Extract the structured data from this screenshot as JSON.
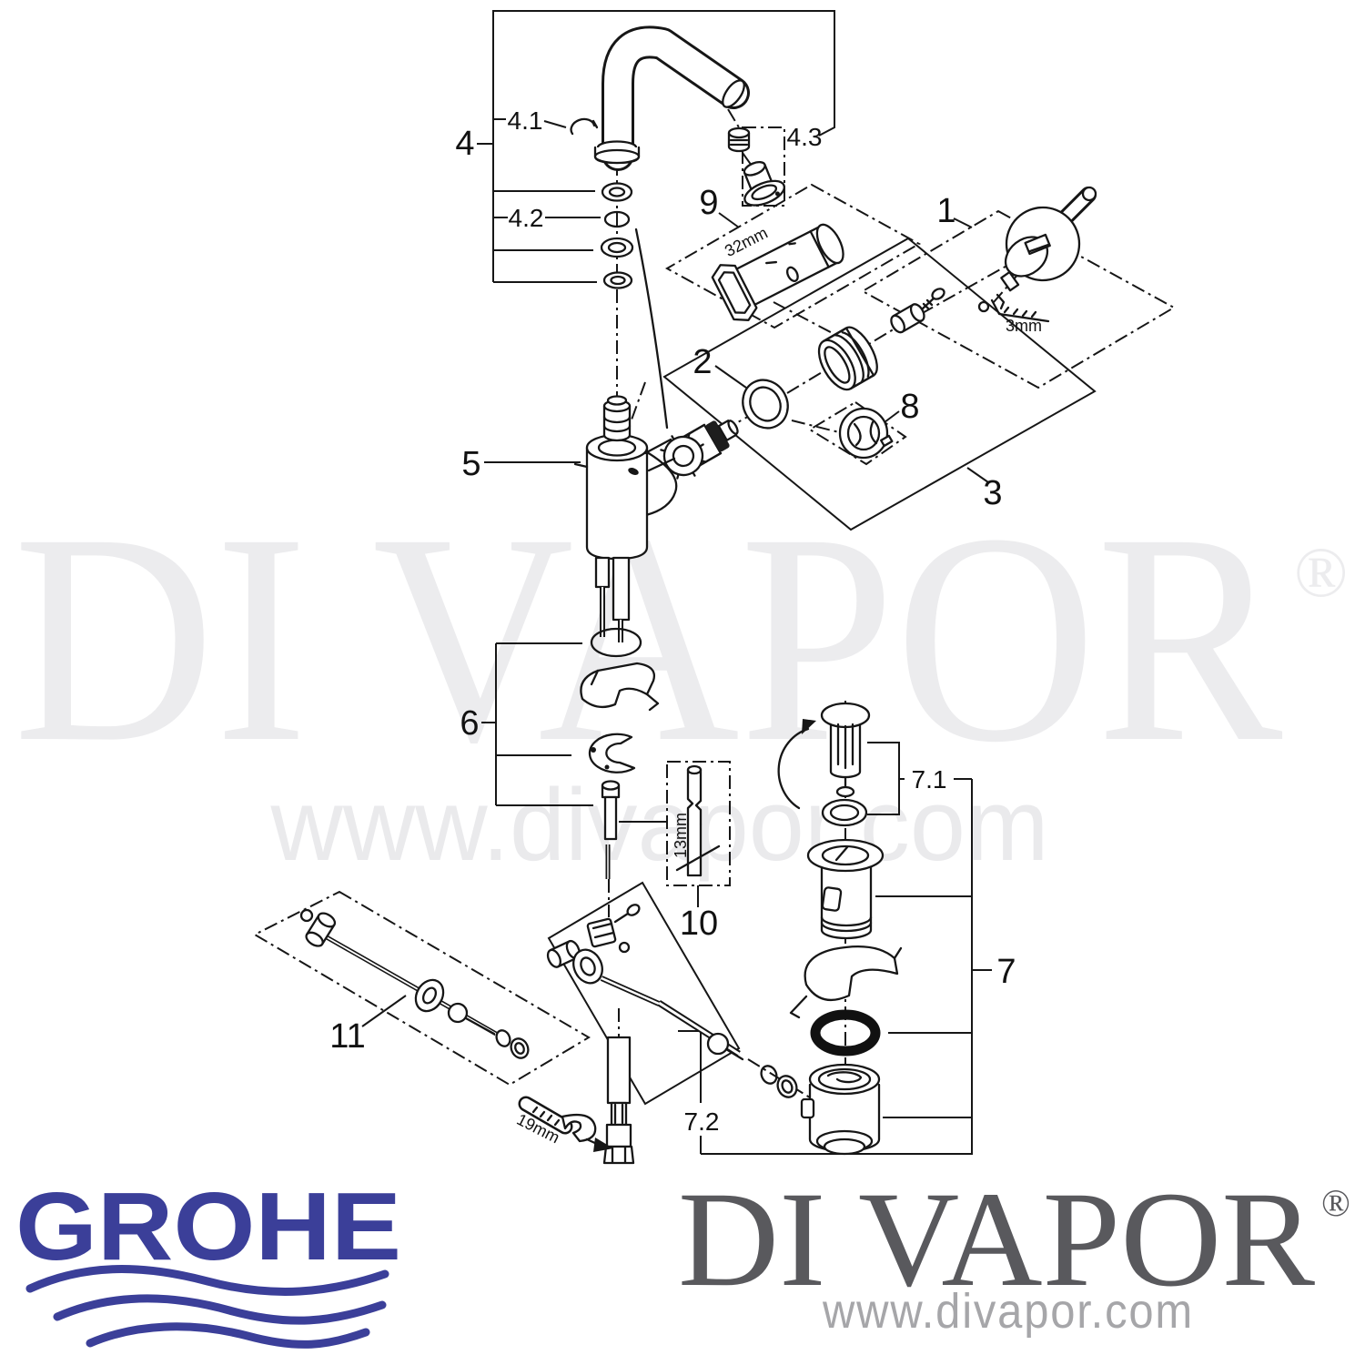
{
  "page": {
    "kind": "exploded technical parts diagram"
  },
  "watermark": {
    "wordmark": "DI VAPOR",
    "registered": "®",
    "website": "www.divapor.com"
  },
  "footer": {
    "brand_logo_text": "GROHE",
    "publisher_wordmark": "DI VAPOR",
    "publisher_registered": "®",
    "publisher_website": "www.divapor.com"
  },
  "diagram": {
    "callouts": {
      "c1": "1",
      "c2": "2",
      "c3": "3",
      "c4": "4",
      "c4_1": "4.1",
      "c4_2": "4.2",
      "c4_3": "4.3",
      "c5": "5",
      "c6": "6",
      "c7": "7",
      "c7_1": "7.1",
      "c7_2": "7.2",
      "c8": "8",
      "c9": "9",
      "c10": "10",
      "c11": "11"
    },
    "tool_sizes": {
      "box_spanner": "32mm",
      "allen_key": "3mm",
      "socket_rod": "13mm",
      "open_wrench": "19mm"
    },
    "colors": {
      "line": "#161616",
      "grohe_blue": "#3b3f99",
      "divapor_gray": "#59595d",
      "url_gray": "#a6a6a9",
      "watermark_gray": "#ececee"
    }
  }
}
